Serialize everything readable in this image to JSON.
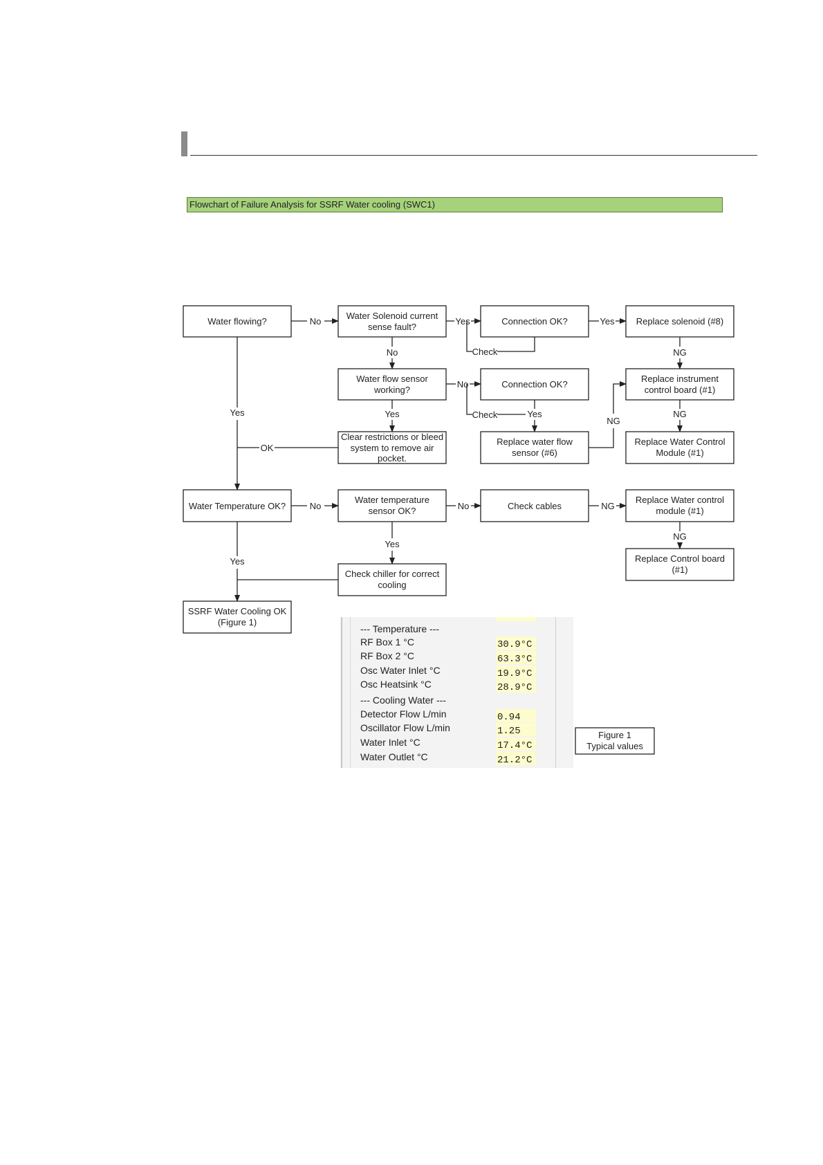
{
  "section_header": {
    "title": ""
  },
  "banner": {
    "text": "Flowchart of Failure Analysis for SSRF Water cooling (SWC1)"
  },
  "nodes": [
    {
      "id": "water_flowing",
      "lines": [
        "Water flowing?"
      ]
    },
    {
      "id": "solenoid_fault",
      "lines": [
        "Water Solenoid current",
        "sense fault?"
      ]
    },
    {
      "id": "conn_ok_1",
      "lines": [
        "Connection OK?"
      ]
    },
    {
      "id": "replace_solenoid",
      "lines": [
        "Replace solenoid (#8)"
      ]
    },
    {
      "id": "flow_sensor_working",
      "lines": [
        "Water flow sensor",
        "working?"
      ]
    },
    {
      "id": "conn_ok_2",
      "lines": [
        "Connection OK?"
      ]
    },
    {
      "id": "replace_instr_board",
      "lines": [
        "Replace instrument",
        "control board (#1)"
      ]
    },
    {
      "id": "clear_restrictions",
      "lines": [
        "Clear restrictions or bleed",
        "system to remove air",
        "pocket."
      ]
    },
    {
      "id": "replace_flow_sensor",
      "lines": [
        "Replace water flow",
        "sensor (#6)"
      ]
    },
    {
      "id": "replace_wcm_1",
      "lines": [
        "Replace Water Control",
        "Module (#1)"
      ]
    },
    {
      "id": "water_temp_ok",
      "lines": [
        "Water Temperature OK?"
      ]
    },
    {
      "id": "temp_sensor_ok",
      "lines": [
        "Water temperature",
        "sensor OK?"
      ]
    },
    {
      "id": "check_cables",
      "lines": [
        "Check cables"
      ]
    },
    {
      "id": "replace_wcm_2",
      "lines": [
        "Replace Water control",
        "module (#1)"
      ]
    },
    {
      "id": "check_chiller",
      "lines": [
        "Check chiller for correct",
        "cooling"
      ]
    },
    {
      "id": "replace_control_board",
      "lines": [
        "Replace Control board",
        "(#1)"
      ]
    },
    {
      "id": "cooling_ok",
      "lines": [
        "SSRF Water Cooling OK",
        "(Figure 1)"
      ]
    },
    {
      "id": "figure1",
      "lines": [
        "Figure 1",
        "Typical values"
      ]
    }
  ],
  "edge_labels": {
    "no": "No",
    "yes": "Yes",
    "check": "Check",
    "ng": "NG",
    "ok": "OK"
  },
  "panel": {
    "header_temperature": "--- Temperature ---",
    "header_cooling": "--- Cooling Water ---",
    "rows": [
      {
        "label": "RF Box 1 °C",
        "value": "30.9°C"
      },
      {
        "label": "RF Box 2 °C",
        "value": "63.3°C"
      },
      {
        "label": "Osc Water Inlet °C",
        "value": "19.9°C"
      },
      {
        "label": "Osc Heatsink °C",
        "value": "28.9°C"
      },
      {
        "label": "Detector Flow L/min",
        "value": "0.94"
      },
      {
        "label": "Oscillator Flow L/min",
        "value": "1.25"
      },
      {
        "label": "Water Inlet °C",
        "value": "17.4°C"
      },
      {
        "label": "Water Outlet °C",
        "value": "21.2°C"
      }
    ]
  }
}
